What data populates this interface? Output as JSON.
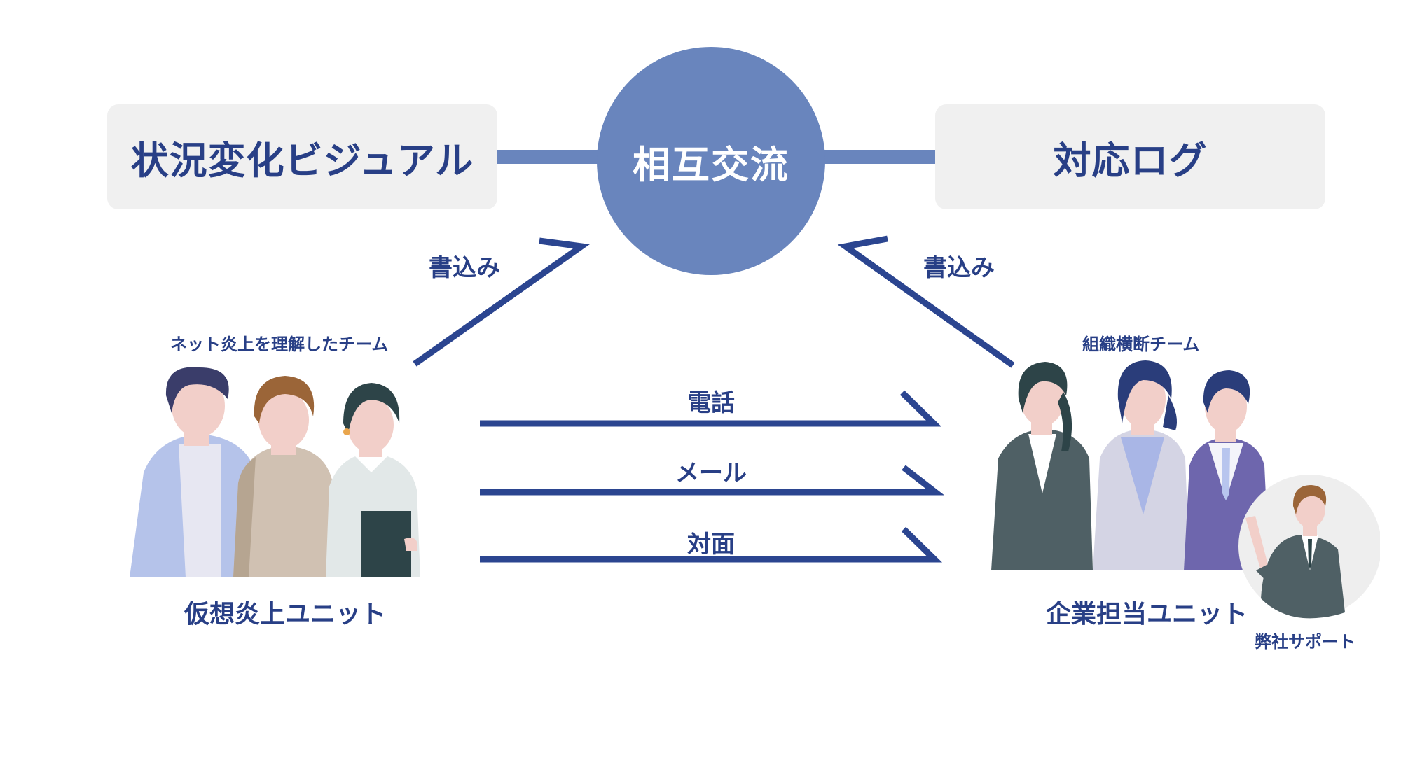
{
  "top": {
    "left_box": "状況変化ビジュアル",
    "center_hub": "相互交流",
    "right_box": "対応ログ"
  },
  "write_labels": {
    "left": "書込み",
    "right": "書込み"
  },
  "left_group": {
    "team_label": "ネット炎上を理解したチーム",
    "unit_label": "仮想炎上ユニット"
  },
  "right_group": {
    "team_label": "組織横断チーム",
    "unit_label": "企業担当ユニット",
    "support_label": "弊社サポート"
  },
  "channels": [
    "電話",
    "メール",
    "対面"
  ],
  "colors": {
    "navy": "#283f86",
    "hub": "#6985bd",
    "box_bg": "#f0f0f0",
    "arrow": "#2b4590"
  }
}
